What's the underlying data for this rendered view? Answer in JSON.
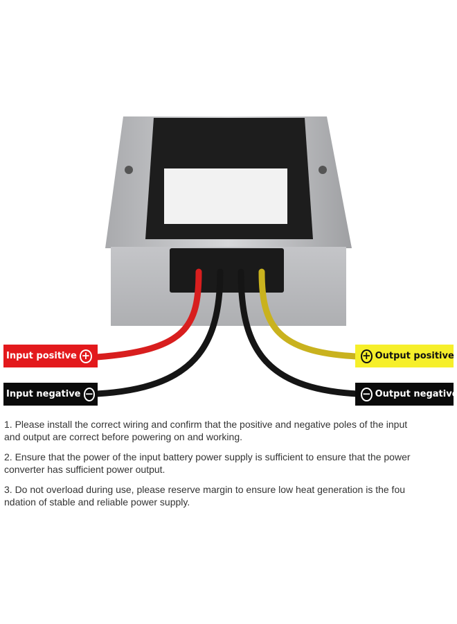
{
  "labels": {
    "input_positive": "Input positive",
    "input_negative": "Input negative",
    "output_positive": "Output positive",
    "output_negative": "Output negative",
    "plus_symbol": "+",
    "minus_symbol": "−"
  },
  "colors": {
    "red_wire": "#d81e1e",
    "black_wire": "#151515",
    "yellow_wire": "#c9b21e",
    "input_positive_bg": "#e3191c",
    "output_positive_bg": "#f6ef2a"
  },
  "notes": [
    "1. Please install the correct wiring and confirm that the positive and negative poles of the input\nand output are correct before powering on and working.",
    "2. Ensure that the power of the input battery power supply is sufficient to ensure that the power\n converter has sufficient power output.",
    "3. Do not overload during use, please reserve margin to ensure low heat generation is the fou\nndation of stable and reliable power supply."
  ]
}
